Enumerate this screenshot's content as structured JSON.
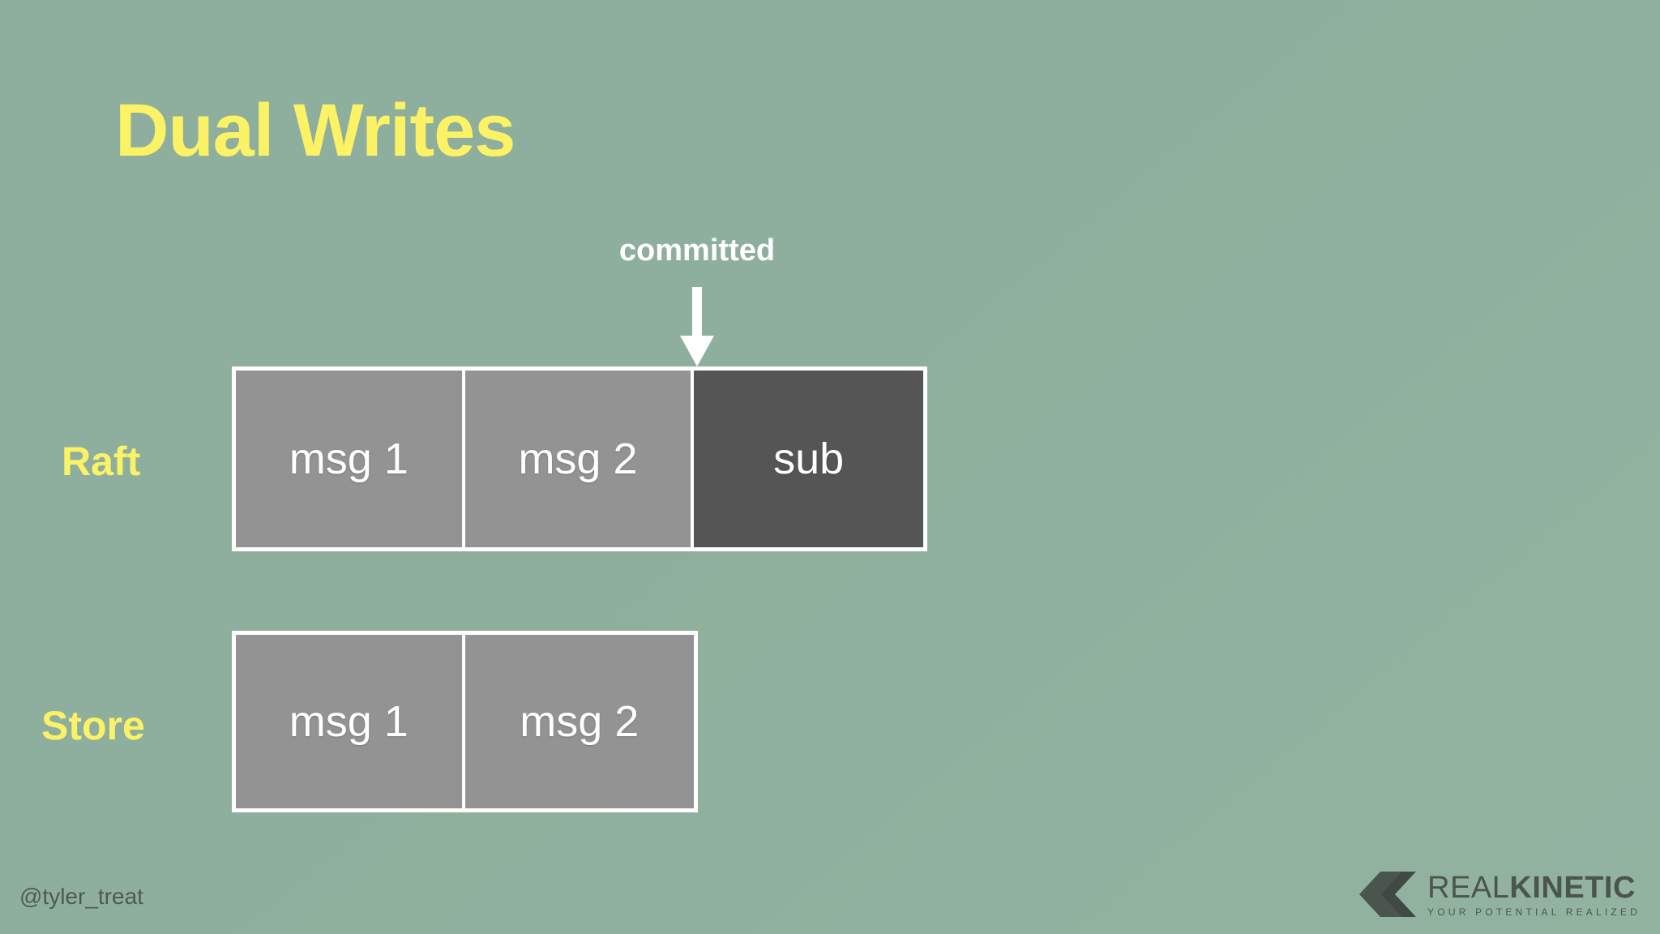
{
  "slide": {
    "title": "Dual Writes",
    "background_color": "#8FAF9E",
    "accent_color": "#FCF266"
  },
  "annotation": {
    "label": "committed",
    "arrow_icon": "arrow-down-icon",
    "color": "#FFFFFF"
  },
  "diagram": {
    "rows": [
      {
        "label": "Raft",
        "cells": [
          {
            "text": "msg 1",
            "state": "committed",
            "color": "#939393"
          },
          {
            "text": "msg 2",
            "state": "committed",
            "color": "#939393"
          },
          {
            "text": "sub",
            "state": "uncommitted",
            "color": "#555555"
          }
        ]
      },
      {
        "label": "Store",
        "cells": [
          {
            "text": "msg 1",
            "state": "committed",
            "color": "#939393"
          },
          {
            "text": "msg 2",
            "state": "committed",
            "color": "#939393"
          }
        ]
      }
    ]
  },
  "footer": {
    "handle": "@tyler_treat",
    "logo": {
      "mark_icon": "double-chevron-left-icon",
      "word_first": "REAL",
      "word_second": "KINETIC",
      "tagline": "YOUR POTENTIAL REALIZED",
      "color": "#4A554E"
    }
  }
}
